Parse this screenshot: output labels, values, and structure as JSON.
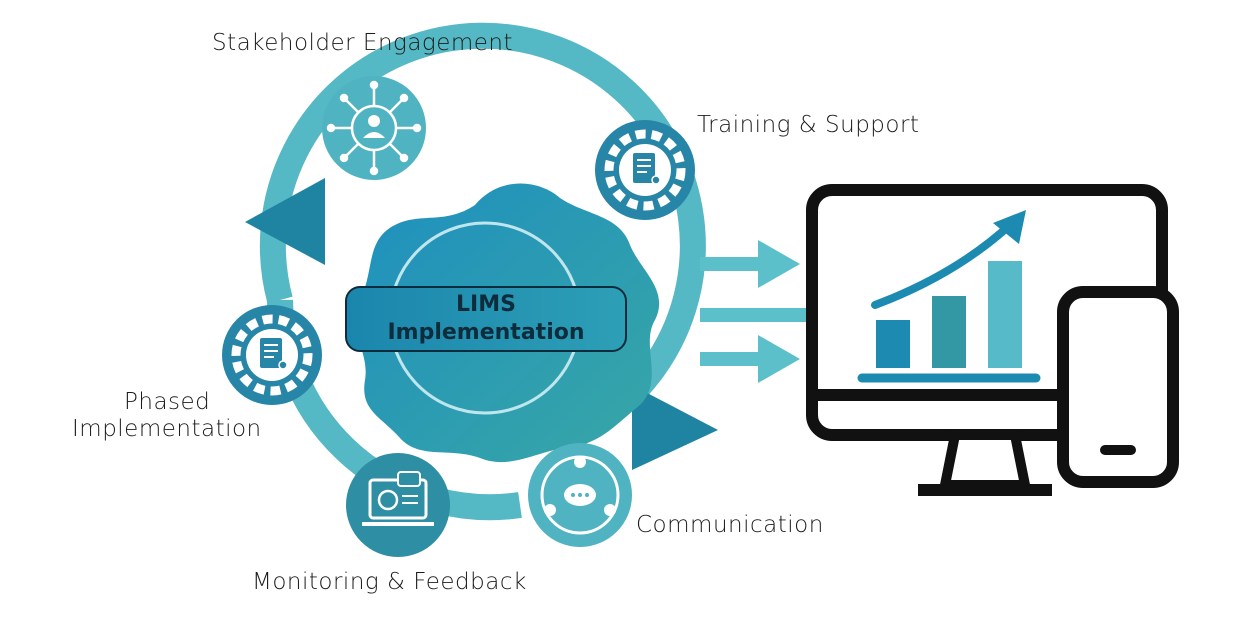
{
  "center": {
    "line1": "LIMS",
    "line2": "Implementation"
  },
  "stages": [
    {
      "id": "stakeholder",
      "label": "Stakeholder Engagement",
      "icon": "network-user-icon"
    },
    {
      "id": "training",
      "label": "Training & Support",
      "icon": "gear-document-icon"
    },
    {
      "id": "communication",
      "label": "Communication",
      "icon": "people-chat-icon"
    },
    {
      "id": "monitoring",
      "label": "Monitoring & Feedback",
      "icon": "laptop-feedback-icon"
    },
    {
      "id": "phased",
      "label_line1": "Phased",
      "label_line2": "Implementation",
      "icon": "gear-document-icon"
    }
  ],
  "device_panel": {
    "icon": "monitor-phone-growth-chart-icon",
    "bar_values": [
      0.45,
      0.6,
      0.85
    ]
  },
  "colors": {
    "ring": "#55b8c5",
    "circle_fill": "#4fb3c1",
    "gear_fill": "#1b8bb4",
    "accent_dark": "#1c7f9c",
    "arrow": "#5bc0c9",
    "dark_teal": "#2f8fa8",
    "outline": "#111111"
  }
}
